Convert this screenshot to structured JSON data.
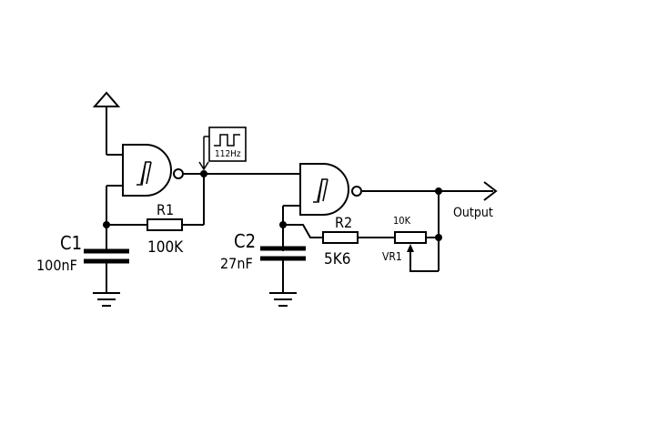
{
  "components": {
    "c1": {
      "name": "C1",
      "value": "100nF"
    },
    "c2": {
      "name": "C2",
      "value": "27nF"
    },
    "r1": {
      "name": "R1",
      "value": "100K"
    },
    "r2": {
      "name": "R2",
      "value": "5K6"
    },
    "vr1": {
      "name": "VR1",
      "value": "10K"
    }
  },
  "probe": {
    "frequency": "112Hz"
  },
  "output": {
    "label": "Output"
  }
}
